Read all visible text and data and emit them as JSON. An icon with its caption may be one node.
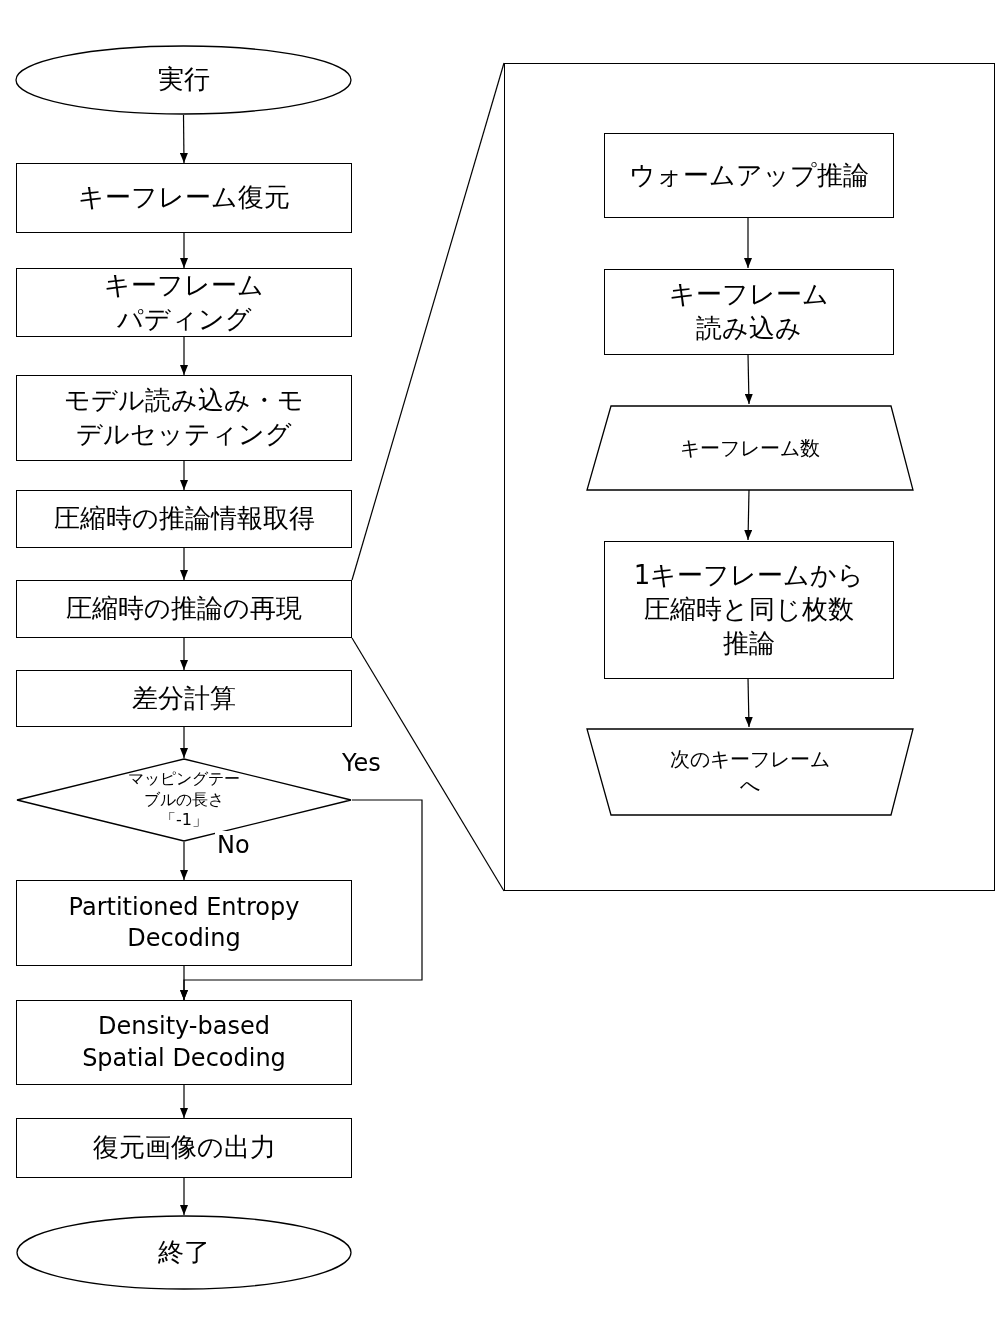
{
  "diagram": {
    "nodes": [
      {
        "text": [
          "実行"
        ]
      },
      {
        "text": [
          "キーフレーム復元"
        ]
      },
      {
        "text": [
          "キーフレームパディング"
        ]
      },
      {
        "text": [
          "モデル読み込み・モデルセッティング"
        ]
      },
      {
        "text": [
          "圧縮時の推論情報取得"
        ]
      },
      {
        "text": [
          "圧縮時の推論の再現"
        ]
      },
      {
        "text": [
          "差分計算"
        ]
      },
      {
        "text": [
          "マッピングテーブルの長さ「-1」"
        ]
      },
      {
        "text": [
          "Partitioned Entropy Decoding"
        ]
      },
      {
        "text": [
          "Density-based Spatial Decoding"
        ]
      },
      {
        "text": [
          "復元画像の出力"
        ]
      },
      {
        "text": [
          "終了"
        ]
      },
      {
        "text": [],
        "shape": "box"
      },
      {
        "text": [
          "ウォームアップ推論"
        ],
        "in": 12
      },
      {
        "text": [
          "キーフレーム読み込み"
        ],
        "in": 12
      },
      {
        "text": [
          "キーフレーム数"
        ],
        "in": 12
      },
      {
        "text": [
          "1キーフレームから圧縮時と同じ枚数推論"
        ],
        "in": 12
      },
      {
        "text": [
          "次のキーフレームへ"
        ],
        "in": 12
      }
    ],
    "edges": [
      {
        "from": 0,
        "to": 1,
        "arrow": "to"
      },
      {
        "from": 1,
        "to": 2,
        "arrow": "to"
      },
      {
        "from": 2,
        "to": 3,
        "arrow": "to"
      },
      {
        "from": 3,
        "to": 4,
        "arrow": "to"
      },
      {
        "from": 4,
        "to": 5,
        "arrow": "to"
      },
      {
        "from": 5,
        "to": 6,
        "arrow": "to"
      },
      {
        "from": 6,
        "to": 7,
        "arrow": "to"
      },
      {
        "from": 7,
        "to": 8,
        "arrow": "to",
        "label": "No"
      },
      {
        "from": 7,
        "to": 9,
        "arrow": "to",
        "label": "Yes"
      },
      {
        "from": 8,
        "to": 9,
        "arrow": "to"
      },
      {
        "from": 9,
        "to": 10,
        "arrow": "to"
      },
      {
        "from": 10,
        "to": 11,
        "arrow": "to"
      },
      {
        "from": 13,
        "to": 14,
        "arrow": "to"
      },
      {
        "from": 14,
        "to": 15,
        "arrow": "to"
      },
      {
        "from": 15,
        "to": 16,
        "arrow": "to"
      },
      {
        "from": 16,
        "to": 17,
        "arrow": "to"
      },
      {
        "from": 5,
        "to": 12,
        "arrow": "none"
      },
      {
        "from": 5,
        "to": 12,
        "arrow": "none"
      }
    ]
  }
}
